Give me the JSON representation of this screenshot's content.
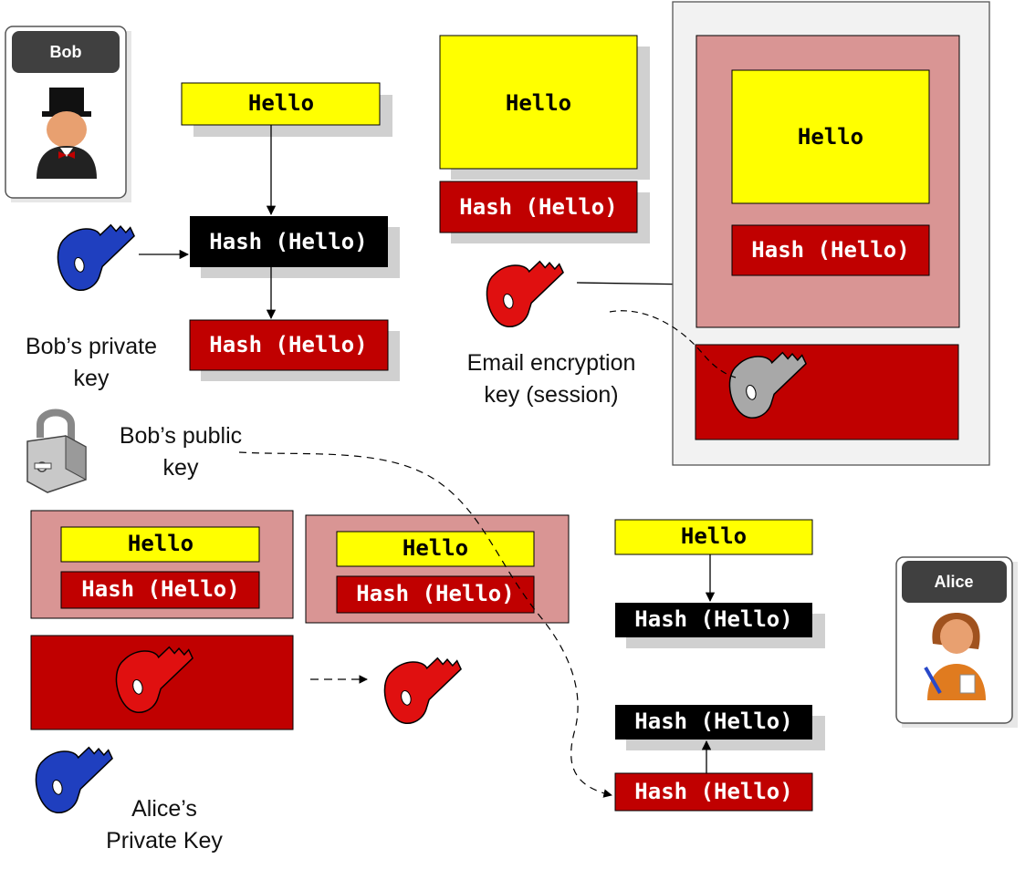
{
  "diagram": {
    "plain_text": "Hello",
    "hash_text": "Hash (Hello)",
    "bob": {
      "name": "Bob"
    },
    "alice": {
      "name": "Alice"
    },
    "labels": {
      "bob_private_key": [
        "Bob’s private",
        "key"
      ],
      "email_key": [
        "Email encryption",
        "key (session)"
      ],
      "bob_public_key": [
        "Bob’s public",
        "key"
      ],
      "alice_private_key": [
        "Alice’s",
        "Private Key"
      ]
    },
    "colors": {
      "yellow": "#ffff00",
      "red_box": "#c00000",
      "pink_box": "#d99594",
      "black_box": "#000000",
      "key_blue": "#1f3fbf",
      "key_red": "#e01010",
      "key_gray": "#a8a8a8"
    }
  }
}
